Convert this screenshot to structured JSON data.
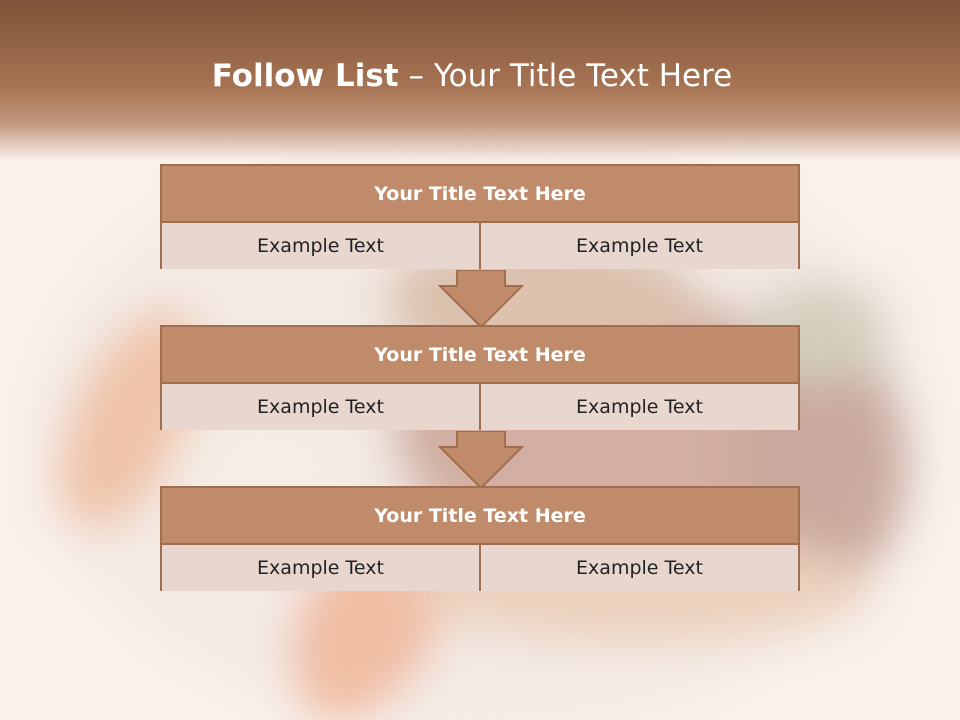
{
  "slide": {
    "title_bold": "Follow List",
    "title_rest": " – Your Title Text Here"
  },
  "items": [
    {
      "title": "Your Title Text Here",
      "left": "Example Text",
      "right": "Example Text"
    },
    {
      "title": "Your Title Text Here",
      "left": "Example Text",
      "right": "Example Text"
    },
    {
      "title": "Your Title Text Here",
      "left": "Example Text",
      "right": "Example Text"
    }
  ],
  "colors": {
    "header": "#bf8b6b",
    "cell": "#e8d7cf",
    "border": "#a06e4e",
    "banner_top": "#7e5238"
  },
  "background_image": "blurred plated food photo (carrots, meat, greens, sauce)"
}
